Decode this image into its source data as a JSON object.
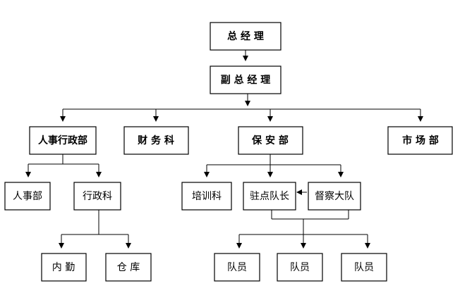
{
  "diagram": {
    "type": "org-chart",
    "nodes": [
      {
        "id": "general-manager",
        "label": "总 经 理"
      },
      {
        "id": "deputy-general-manager",
        "label": "副 总 经 理"
      },
      {
        "id": "hr-admin-dept",
        "label": "人事行政部"
      },
      {
        "id": "finance-section",
        "label": "财 务 科"
      },
      {
        "id": "security-dept",
        "label": "保 安 部"
      },
      {
        "id": "marketing-dept",
        "label": "市 场 部"
      },
      {
        "id": "hr-dept",
        "label": "人事部"
      },
      {
        "id": "admin-section",
        "label": "行政科"
      },
      {
        "id": "training-section",
        "label": "培训科"
      },
      {
        "id": "station-team-leader",
        "label": "驻点队长"
      },
      {
        "id": "inspection-team",
        "label": "督察大队"
      },
      {
        "id": "logistics",
        "label": "内 勤"
      },
      {
        "id": "warehouse",
        "label": "仓 库"
      },
      {
        "id": "team-member-1",
        "label": "队员"
      },
      {
        "id": "team-member-2",
        "label": "队员"
      },
      {
        "id": "team-member-3",
        "label": "队员"
      }
    ],
    "edges": [
      {
        "from": "general-manager",
        "to": "deputy-general-manager"
      },
      {
        "from": "deputy-general-manager",
        "to": "hr-admin-dept"
      },
      {
        "from": "deputy-general-manager",
        "to": "finance-section"
      },
      {
        "from": "deputy-general-manager",
        "to": "security-dept"
      },
      {
        "from": "deputy-general-manager",
        "to": "marketing-dept"
      },
      {
        "from": "hr-admin-dept",
        "to": "hr-dept"
      },
      {
        "from": "hr-admin-dept",
        "to": "admin-section"
      },
      {
        "from": "admin-section",
        "to": "logistics"
      },
      {
        "from": "admin-section",
        "to": "warehouse"
      },
      {
        "from": "security-dept",
        "to": "training-section"
      },
      {
        "from": "security-dept",
        "to": "station-team-leader"
      },
      {
        "from": "security-dept",
        "to": "inspection-team"
      },
      {
        "from": "inspection-team",
        "to": "station-team-leader"
      },
      {
        "from": "station-team-leader",
        "to": "team-member-1"
      },
      {
        "from": "station-team-leader",
        "to": "team-member-2"
      },
      {
        "from": "station-team-leader",
        "to": "team-member-3"
      },
      {
        "from": "inspection-team",
        "to": "team-member-1"
      },
      {
        "from": "inspection-team",
        "to": "team-member-2"
      },
      {
        "from": "inspection-team",
        "to": "team-member-3"
      }
    ]
  }
}
